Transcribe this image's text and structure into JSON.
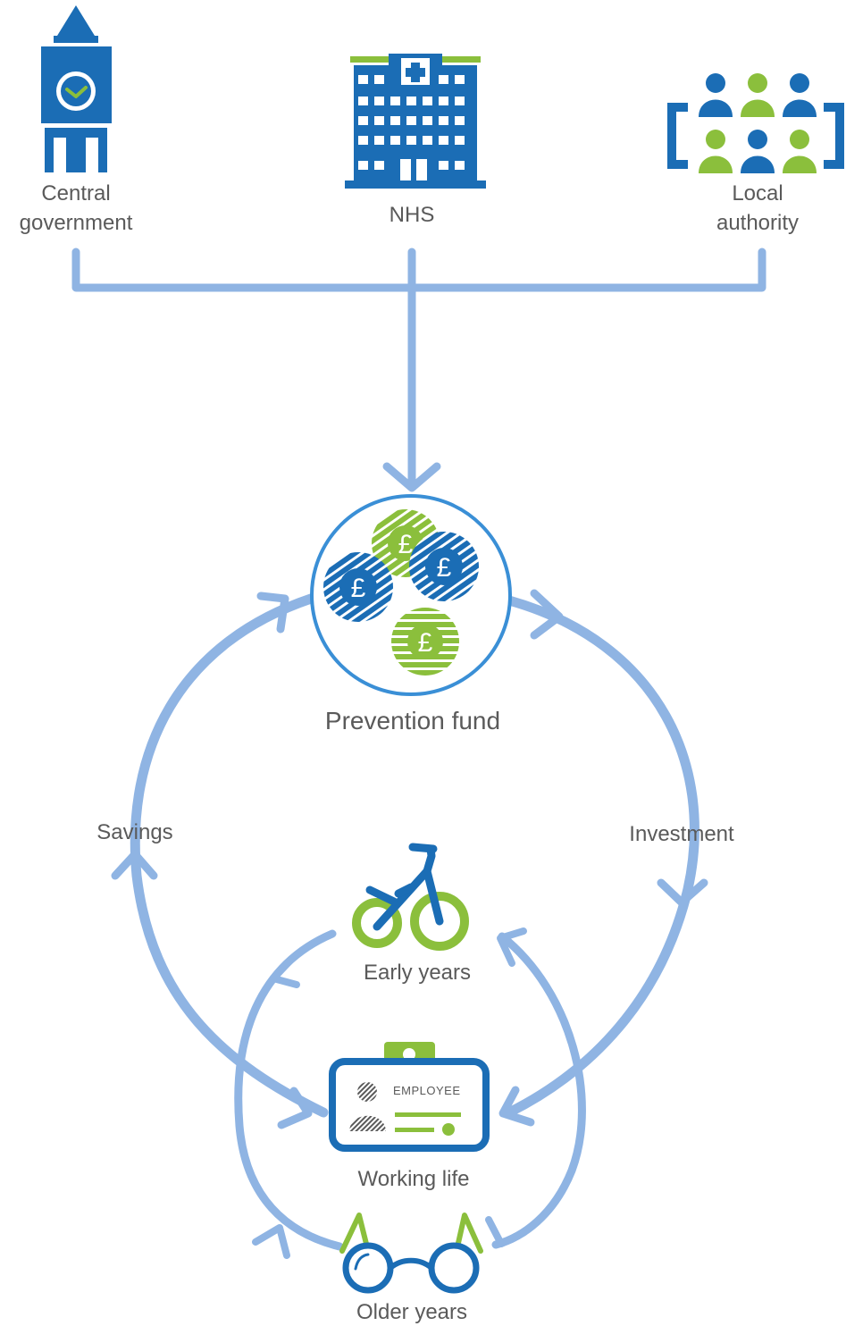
{
  "colors": {
    "flow": "#8fb4e3",
    "dark_blue": "#1b6db5",
    "mid_blue": "#3a8fd6",
    "green": "#8bbf3c",
    "text": "#5a5a5a"
  },
  "sources": [
    {
      "id": "central",
      "icon": "big-ben-clock-tower-icon",
      "label_line1": "Central",
      "label_line2": "government"
    },
    {
      "id": "nhs",
      "icon": "hospital-building-icon",
      "label_line1": "NHS"
    },
    {
      "id": "local",
      "icon": "people-group-icon",
      "label_line1": "Local",
      "label_line2": "authority"
    }
  ],
  "fund": {
    "label": "Prevention fund",
    "icon": "coins-pound-icon",
    "coin_symbol": "£"
  },
  "loop": {
    "left_label": "Savings",
    "right_label": "Investment"
  },
  "stages": [
    {
      "id": "early",
      "label": "Early years",
      "icon": "balance-bike-icon"
    },
    {
      "id": "working",
      "label": "Working life",
      "icon": "employee-id-card-icon",
      "badge_text": "EMPLOYEE"
    },
    {
      "id": "older",
      "label": "Older years",
      "icon": "glasses-icon"
    }
  ]
}
